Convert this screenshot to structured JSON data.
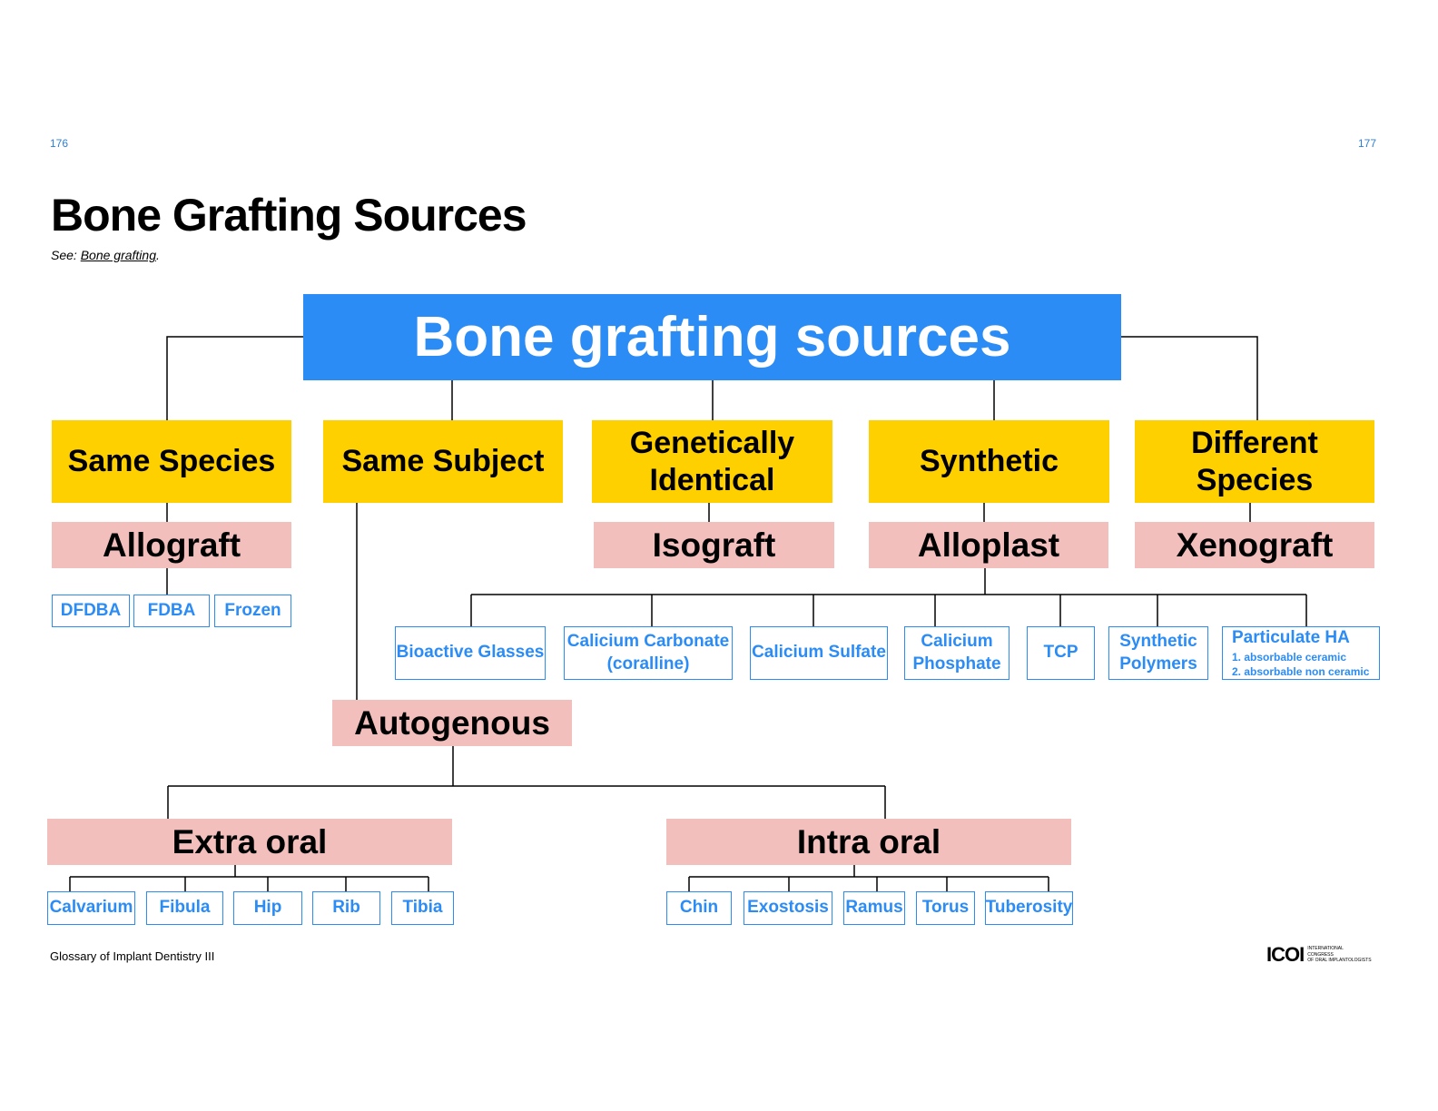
{
  "page": {
    "left_number": "176",
    "right_number": "177",
    "title": "Bone Grafting Sources",
    "see_prefix": "See:",
    "see_link": "Bone grafting",
    "see_suffix": "."
  },
  "diagram": {
    "root": "Bone grafting sources",
    "categories": [
      "Same Species",
      "Same Subject",
      "Genetically\nIdentical",
      "Synthetic",
      "Different Species"
    ],
    "graft_types": {
      "allograft": "Allograft",
      "isograft": "Isograft",
      "alloplast": "Alloplast",
      "xenograft": "Xenograft",
      "autogenous": "Autogenous",
      "extra_oral": "Extra oral",
      "intra_oral": "Intra oral"
    },
    "allograft_items": [
      "DFDBA",
      "FDBA",
      "Frozen"
    ],
    "alloplast_items": [
      "Bioactive Glasses",
      "Calicium Carbonate\n(coralline)",
      "Calicium Sulfate",
      "Calicium\nPhosphate",
      "TCP",
      "Synthetic\nPolymers"
    ],
    "particulate_ha": {
      "title": "Particulate HA",
      "sub1": "1. absorbable ceramic",
      "sub2": "2. absorbable non ceramic"
    },
    "extra_oral_items": [
      "Calvarium",
      "Fibula",
      "Hip",
      "Rib",
      "Tibia"
    ],
    "intra_oral_items": [
      "Chin",
      "Exostosis",
      "Ramus",
      "Torus",
      "Tuberosity"
    ]
  },
  "footer": {
    "text": "Glossary of Implant Dentistry III",
    "logo_mark": "ICOI",
    "logo_line1": "International",
    "logo_line2": "Congress",
    "logo_line3": "of Oral Implantologists"
  },
  "colors": {
    "root": "#2b8cf5",
    "category": "#ffd000",
    "graft_type": "#f2bfbd",
    "leaf_border": "#2b8cf5"
  }
}
